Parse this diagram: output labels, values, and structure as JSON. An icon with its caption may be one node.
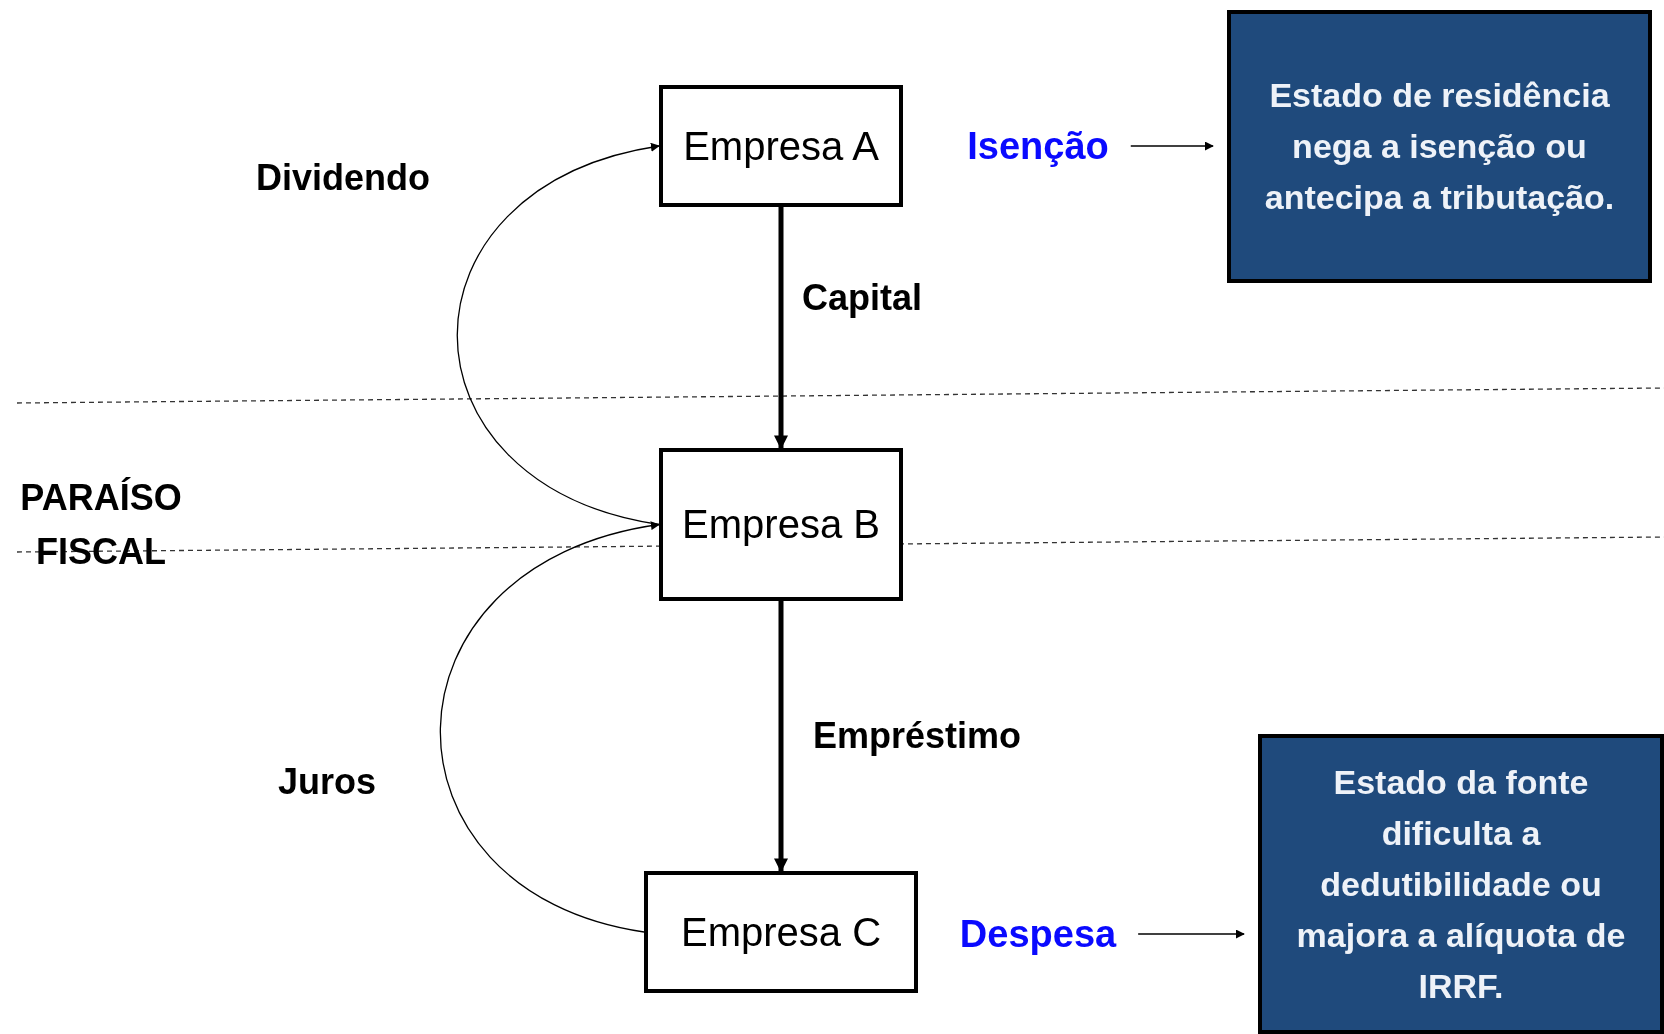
{
  "diagram": {
    "nodes": [
      {
        "text": [
          "Empresa A"
        ]
      },
      {
        "text": [
          "Empresa B"
        ]
      },
      {
        "text": [
          "Empresa C"
        ]
      },
      {
        "text": [
          "Isenção"
        ]
      },
      {
        "text": [
          "Estado de residência nega a isenção ou antecipa a tributação."
        ]
      },
      {
        "text": [
          "Despesa"
        ]
      },
      {
        "text": [
          "Estado da fonte dificulta a dedutibilidade ou majora a alíquota de IRRF."
        ]
      }
    ],
    "edges": [
      {
        "from": 0,
        "to": 1,
        "arrow": "to",
        "label": "Capital",
        "style": "thick"
      },
      {
        "from": 1,
        "to": 2,
        "arrow": "to",
        "label": "Empréstimo",
        "style": "thick"
      },
      {
        "from": 1,
        "to": 0,
        "arrow": "to",
        "label": "Dividendo"
      },
      {
        "from": 2,
        "to": 1,
        "arrow": "to",
        "label": "Juros"
      },
      {
        "from": 3,
        "to": 4,
        "arrow": "to"
      },
      {
        "from": 5,
        "to": 6,
        "arrow": "to"
      }
    ],
    "labels": [
      "PARAÍSO FISCAL"
    ]
  }
}
